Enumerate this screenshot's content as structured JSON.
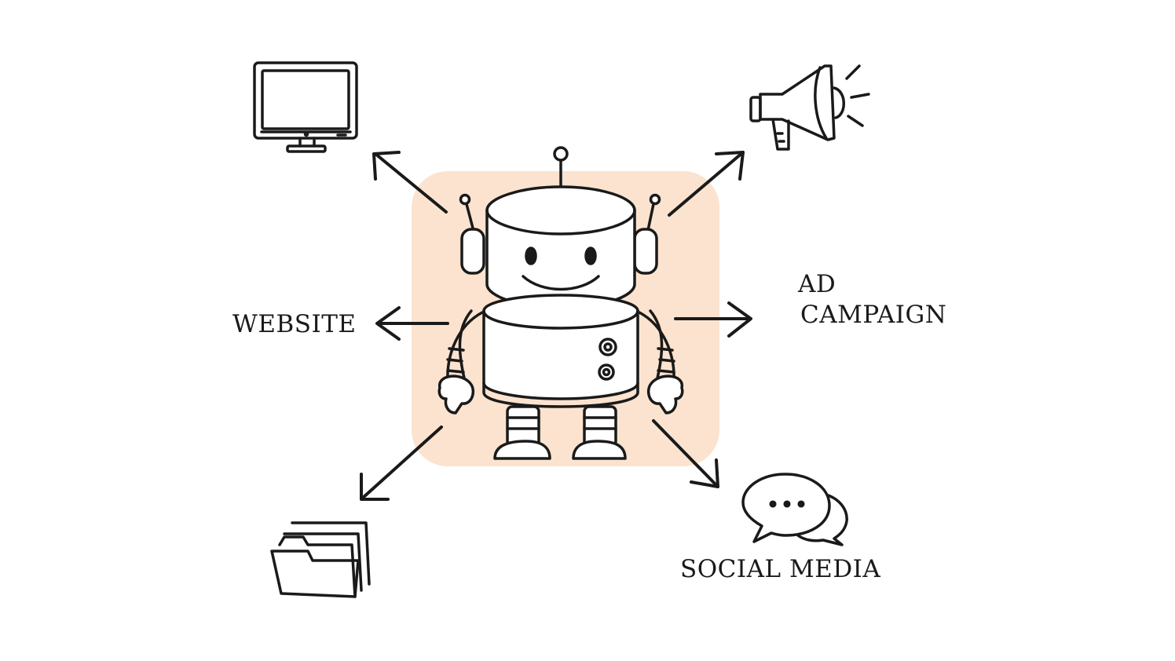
{
  "labels": {
    "website": "WEBSITE",
    "ad_line1": "AD",
    "ad_line2": "CAMPAIGN",
    "social": "SOCIAL MEDIA"
  },
  "icons": {
    "center": "robot-icon",
    "top_left": "computer-monitor-icon",
    "top_right": "megaphone-icon",
    "bottom_left": "folders-icon",
    "bottom_right": "chat-bubbles-icon"
  },
  "colors": {
    "highlight": "#fbe3cf",
    "ink": "#1a1a1a",
    "background": "#ffffff"
  }
}
